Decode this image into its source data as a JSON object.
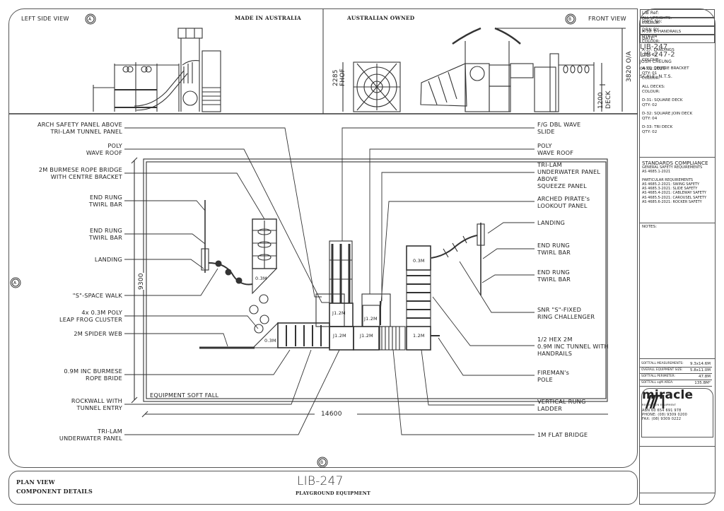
{
  "header": {
    "left_view_title": "LEFT SIDE VIEW",
    "left_view_marker": "A",
    "made_in": "MADE IN AUSTRALIA",
    "owned": "AUSTRALIAN OWNED",
    "front_view_title": "FRONT VIEW",
    "front_view_marker": "B"
  },
  "front_view": {
    "dim_fhof_value": "2285",
    "dim_fhof_label": "FHOF",
    "dim_deck_value": "1200",
    "dim_deck_label": "DECK",
    "dim_overall": "3820 O/A"
  },
  "plan": {
    "marker_left": "A",
    "marker_bottom": "B",
    "dim_depth": "9300",
    "dim_width": "14600",
    "softfall_label": "EQUIPMENT SOFT FALL",
    "deck_labels": [
      "J1.2M",
      "J1.2M",
      "J1.2M",
      "J1.2M",
      "1.2M",
      "0.3M",
      "0.3M",
      "0.3M"
    ],
    "left_callouts": [
      [
        "ARCH SAFETY PANEL ABOVE",
        "TRI-LAM TUNNEL PANEL"
      ],
      [
        "POLY",
        "WAVE ROOF"
      ],
      [
        "2M BURMESE ROPE BRIDGE",
        "WITH CENTRE BRACKET"
      ],
      [
        "END RUNG",
        "TWIRL BAR"
      ],
      [
        "END RUNG",
        "TWIRL BAR"
      ],
      [
        "LANDING"
      ],
      [
        "\"S\"-SPACE WALK"
      ],
      [
        "4x 0.3M POLY",
        "LEAP FROG CLUSTER"
      ],
      [
        "2M SPIDER WEB"
      ],
      [
        "0.9M INC BURMESE",
        "ROPE BRIDE"
      ],
      [
        "ROCKWALL WITH",
        "TUNNEL ENTRY"
      ],
      [
        "TRI-LAM",
        "UNDERWATER PANEL"
      ]
    ],
    "right_callouts": [
      [
        "F/G DBL WAVE",
        "SLIDE"
      ],
      [
        "POLY",
        "WAVE ROOF"
      ],
      [
        "TRI-LAM",
        "UNDERWATER PANEL",
        "ABOVE",
        "SQUEEZE PANEL"
      ],
      [
        "ARCHED PIRATE's",
        "LOOKOUT PANEL"
      ],
      [
        "LANDING"
      ],
      [
        "END RUNG",
        "TWIRL BAR"
      ],
      [
        "END RUNG",
        "TWIRL BAR"
      ],
      [
        "SNR \"S\"-FIXED",
        "RING CHALLENGER"
      ],
      [
        "1/2 HEX 2M",
        "0.9M INC TUNNEL WITH",
        "HANDRAILS"
      ],
      [
        "FIREMAN's",
        "POLE"
      ],
      [
        "VERTICAL RUNG",
        "LADDER"
      ],
      [
        "1M FLAT BRIDGE"
      ]
    ]
  },
  "title_block": {
    "line1": "PLAN VIEW",
    "line2": "COMPONENT DETAILS",
    "drawing_code": "LIB-247",
    "subtitle": "PLAYGROUND EQUIPMENT"
  },
  "sidebar": {
    "components": [
      [
        "ALL UPRIGHTS:",
        "COLOUR:"
      ],
      [
        "A-39: D-HANDRAILS",
        "QTY: 04",
        "COLOUR:"
      ],
      [
        "A-37: LANDINGS",
        "QTY: 02",
        "COLOUR:"
      ],
      [
        "A-53: CENTRE BRACKET",
        "QTY: 01",
        "COLOUR:"
      ],
      [
        "ALL DECKS:",
        "COLOUR:"
      ],
      [
        "D-31: SQUARE DECK",
        "QTY: 02"
      ],
      [
        "D-32: SQUARE JOIN DECK",
        "QTY: 04"
      ],
      [
        "D-33: TRI DECK",
        "QTY: 02"
      ]
    ],
    "standards_title": "STANDARDS COMPLIANCE",
    "general_title": "GENERAL SAFETY REQUIREMENTS",
    "general_std": "AS 4685.1-2021",
    "particular_title": "PARTICULAR REQUIREMENTS",
    "particular": [
      "AS 4685.2-2021: SWING SAFETY",
      "AS 4685.3-2021: SLIDE SAFETY",
      "AS 4685.4-2021: CABLEWAY SAFETY",
      "AS 4685.5-2021: CAROUSEL SAFETY",
      "AS 4685.6-2021: ROCKER SAFETY"
    ],
    "notes_label": "NOTES:",
    "softfall": [
      {
        "label": "SOFTFALL MEASUREMENTS:",
        "value": "9.3x14.6M"
      },
      {
        "label": "OVERALL EQUIPMENT SIZE:",
        "value": "5.8x11.0M"
      },
      {
        "label": "SOFTFALL PERIMETER:",
        "value": "47.8M"
      },
      {
        "label": "SOFTFALL sqM AREA:",
        "value": "135.8M²"
      }
    ],
    "company": {
      "name": "miracle",
      "tagline": "RECREATION EQUIPMENT",
      "abn": "ABN  60 654 691 978",
      "phone": "PHONE:  (08) 9309 0200",
      "fax": "FAX:     (08) 9309 0222"
    },
    "lib_ref_label": "LIB Ref:",
    "lib_ref": "LIB-247",
    "dwg_no_label": "DWG No:",
    "dwg_no": "LIB-247-2",
    "drn_by_label": "DRN BY:",
    "drn_by": "JOSH CHEUNG",
    "date_label": "DATE:",
    "date": "04.02.2026",
    "scale": "SCALE: N.T.S."
  }
}
